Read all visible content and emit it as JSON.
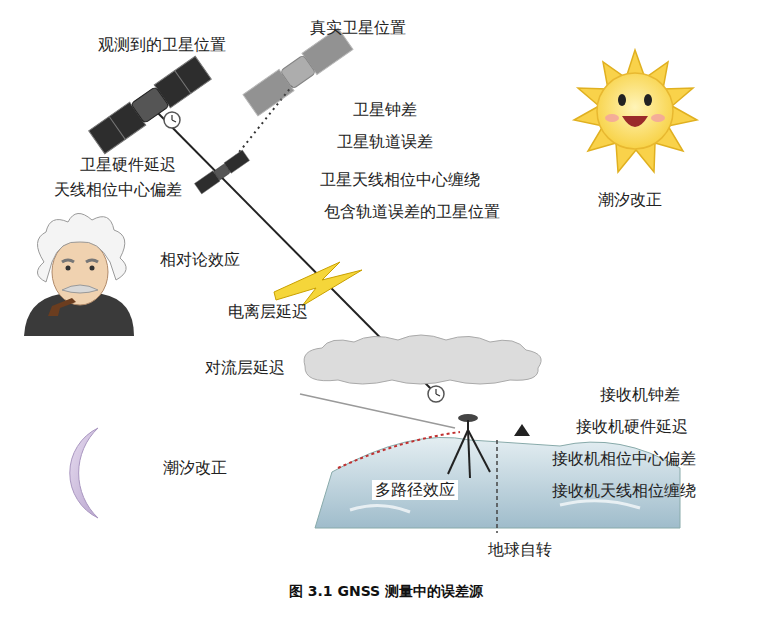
{
  "diagram": {
    "caption": "图 3.1 GNSS 测量中的误差源",
    "labels": [
      "观测到的卫星位置",
      "真实卫星位置",
      "卫星钟差",
      "卫星轨道误差",
      "卫星天线相位中心缠绕",
      "包含轨道误差的卫星位置",
      "卫星硬件延迟",
      "天线相位中心偏差",
      "潮汐改正",
      "相对论效应",
      "电离层延迟",
      "对流层延迟",
      "接收机钟差",
      "接收机硬件延迟",
      "接收机相位中心偏差",
      "接收机天线相位缠绕",
      "潮汐改正",
      "多路径效应",
      "地球自转"
    ]
  }
}
